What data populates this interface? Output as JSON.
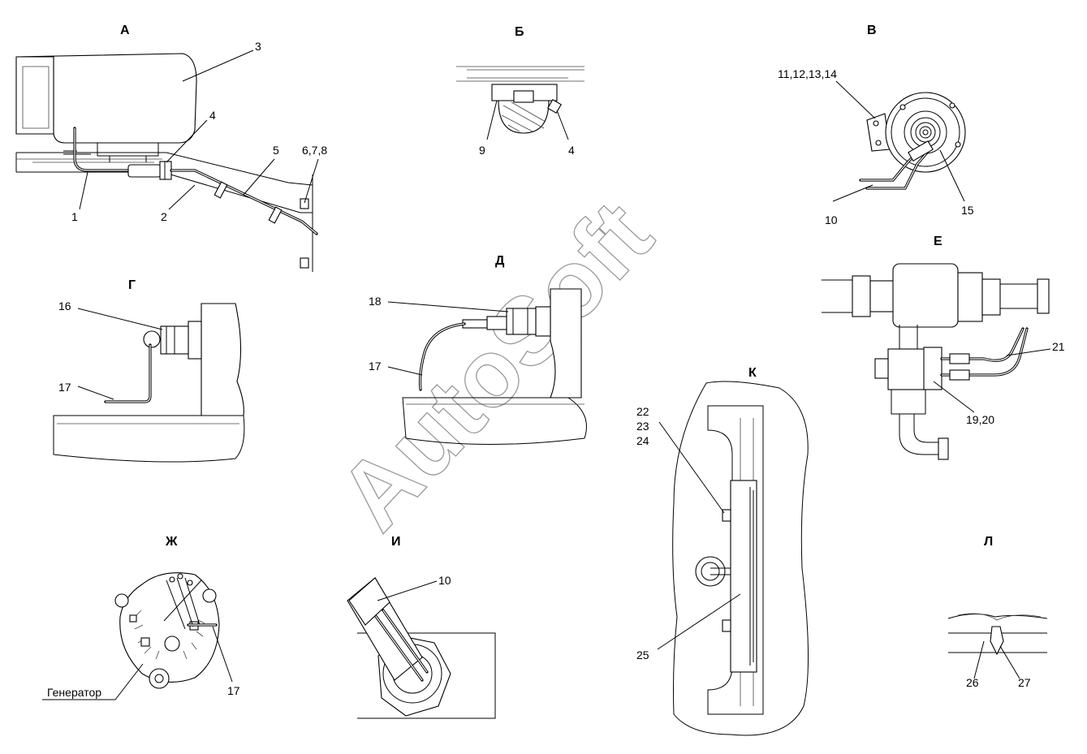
{
  "views": {
    "a": "А",
    "b": "Б",
    "v": "В",
    "g": "Г",
    "d": "Д",
    "e": "Е",
    "zh": "Ж",
    "i": "И",
    "k": "К",
    "l": "Л"
  },
  "callouts": {
    "c1": "1",
    "c2": "2",
    "c3": "3",
    "c4a": "4",
    "c5": "5",
    "c678": "6,7,8",
    "c9": "9",
    "c4b": "4",
    "c11_14": "11,12,13,14",
    "c10a": "10",
    "c15": "15",
    "c16": "16",
    "c17a": "17",
    "c18": "18",
    "c17b": "17",
    "c21": "21",
    "c19_20": "19,20",
    "c22": "22",
    "c23": "23",
    "c24": "24",
    "c25": "25",
    "c17c": "17",
    "generator": "Генератор",
    "c10b": "10",
    "c26": "26",
    "c27": "27"
  },
  "watermark": "AutoSoft"
}
